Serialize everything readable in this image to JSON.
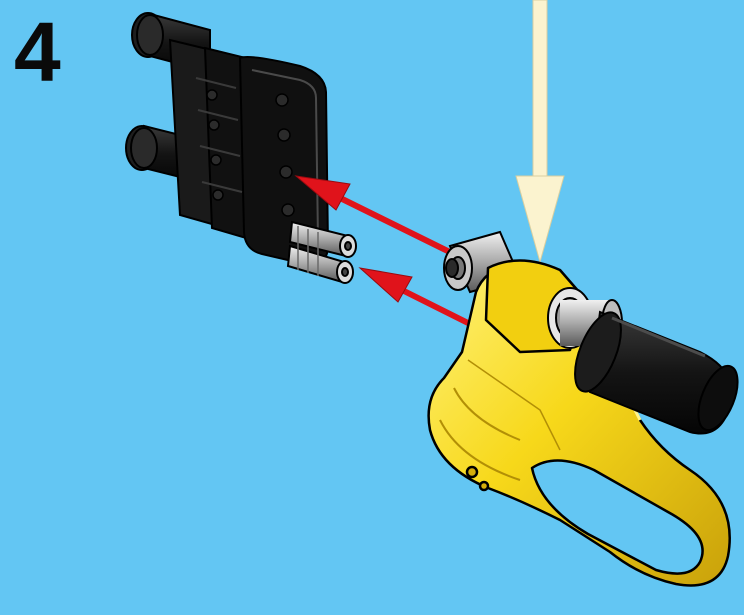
{
  "step": {
    "number": "4"
  },
  "colors": {
    "background": "#63c6f3",
    "yellow_part": "#f7d81a",
    "black_part": "#141414",
    "arrow_red": "#e0131b",
    "arrow_cream": "#fbf3cf"
  },
  "parts": [
    {
      "name": "black-connector-block",
      "color": "black"
    },
    {
      "name": "grey-pins",
      "color": "grey",
      "count": 2
    },
    {
      "name": "yellow-handle-piece",
      "color": "yellow"
    },
    {
      "name": "black-axle-cylinder",
      "color": "black"
    },
    {
      "name": "grey-axle-joint",
      "color": "grey"
    }
  ],
  "arrows": [
    {
      "name": "insertion-arrow-upper",
      "color": "red"
    },
    {
      "name": "insertion-arrow-lower",
      "color": "red"
    },
    {
      "name": "attachment-arrow-down",
      "color": "cream"
    }
  ]
}
